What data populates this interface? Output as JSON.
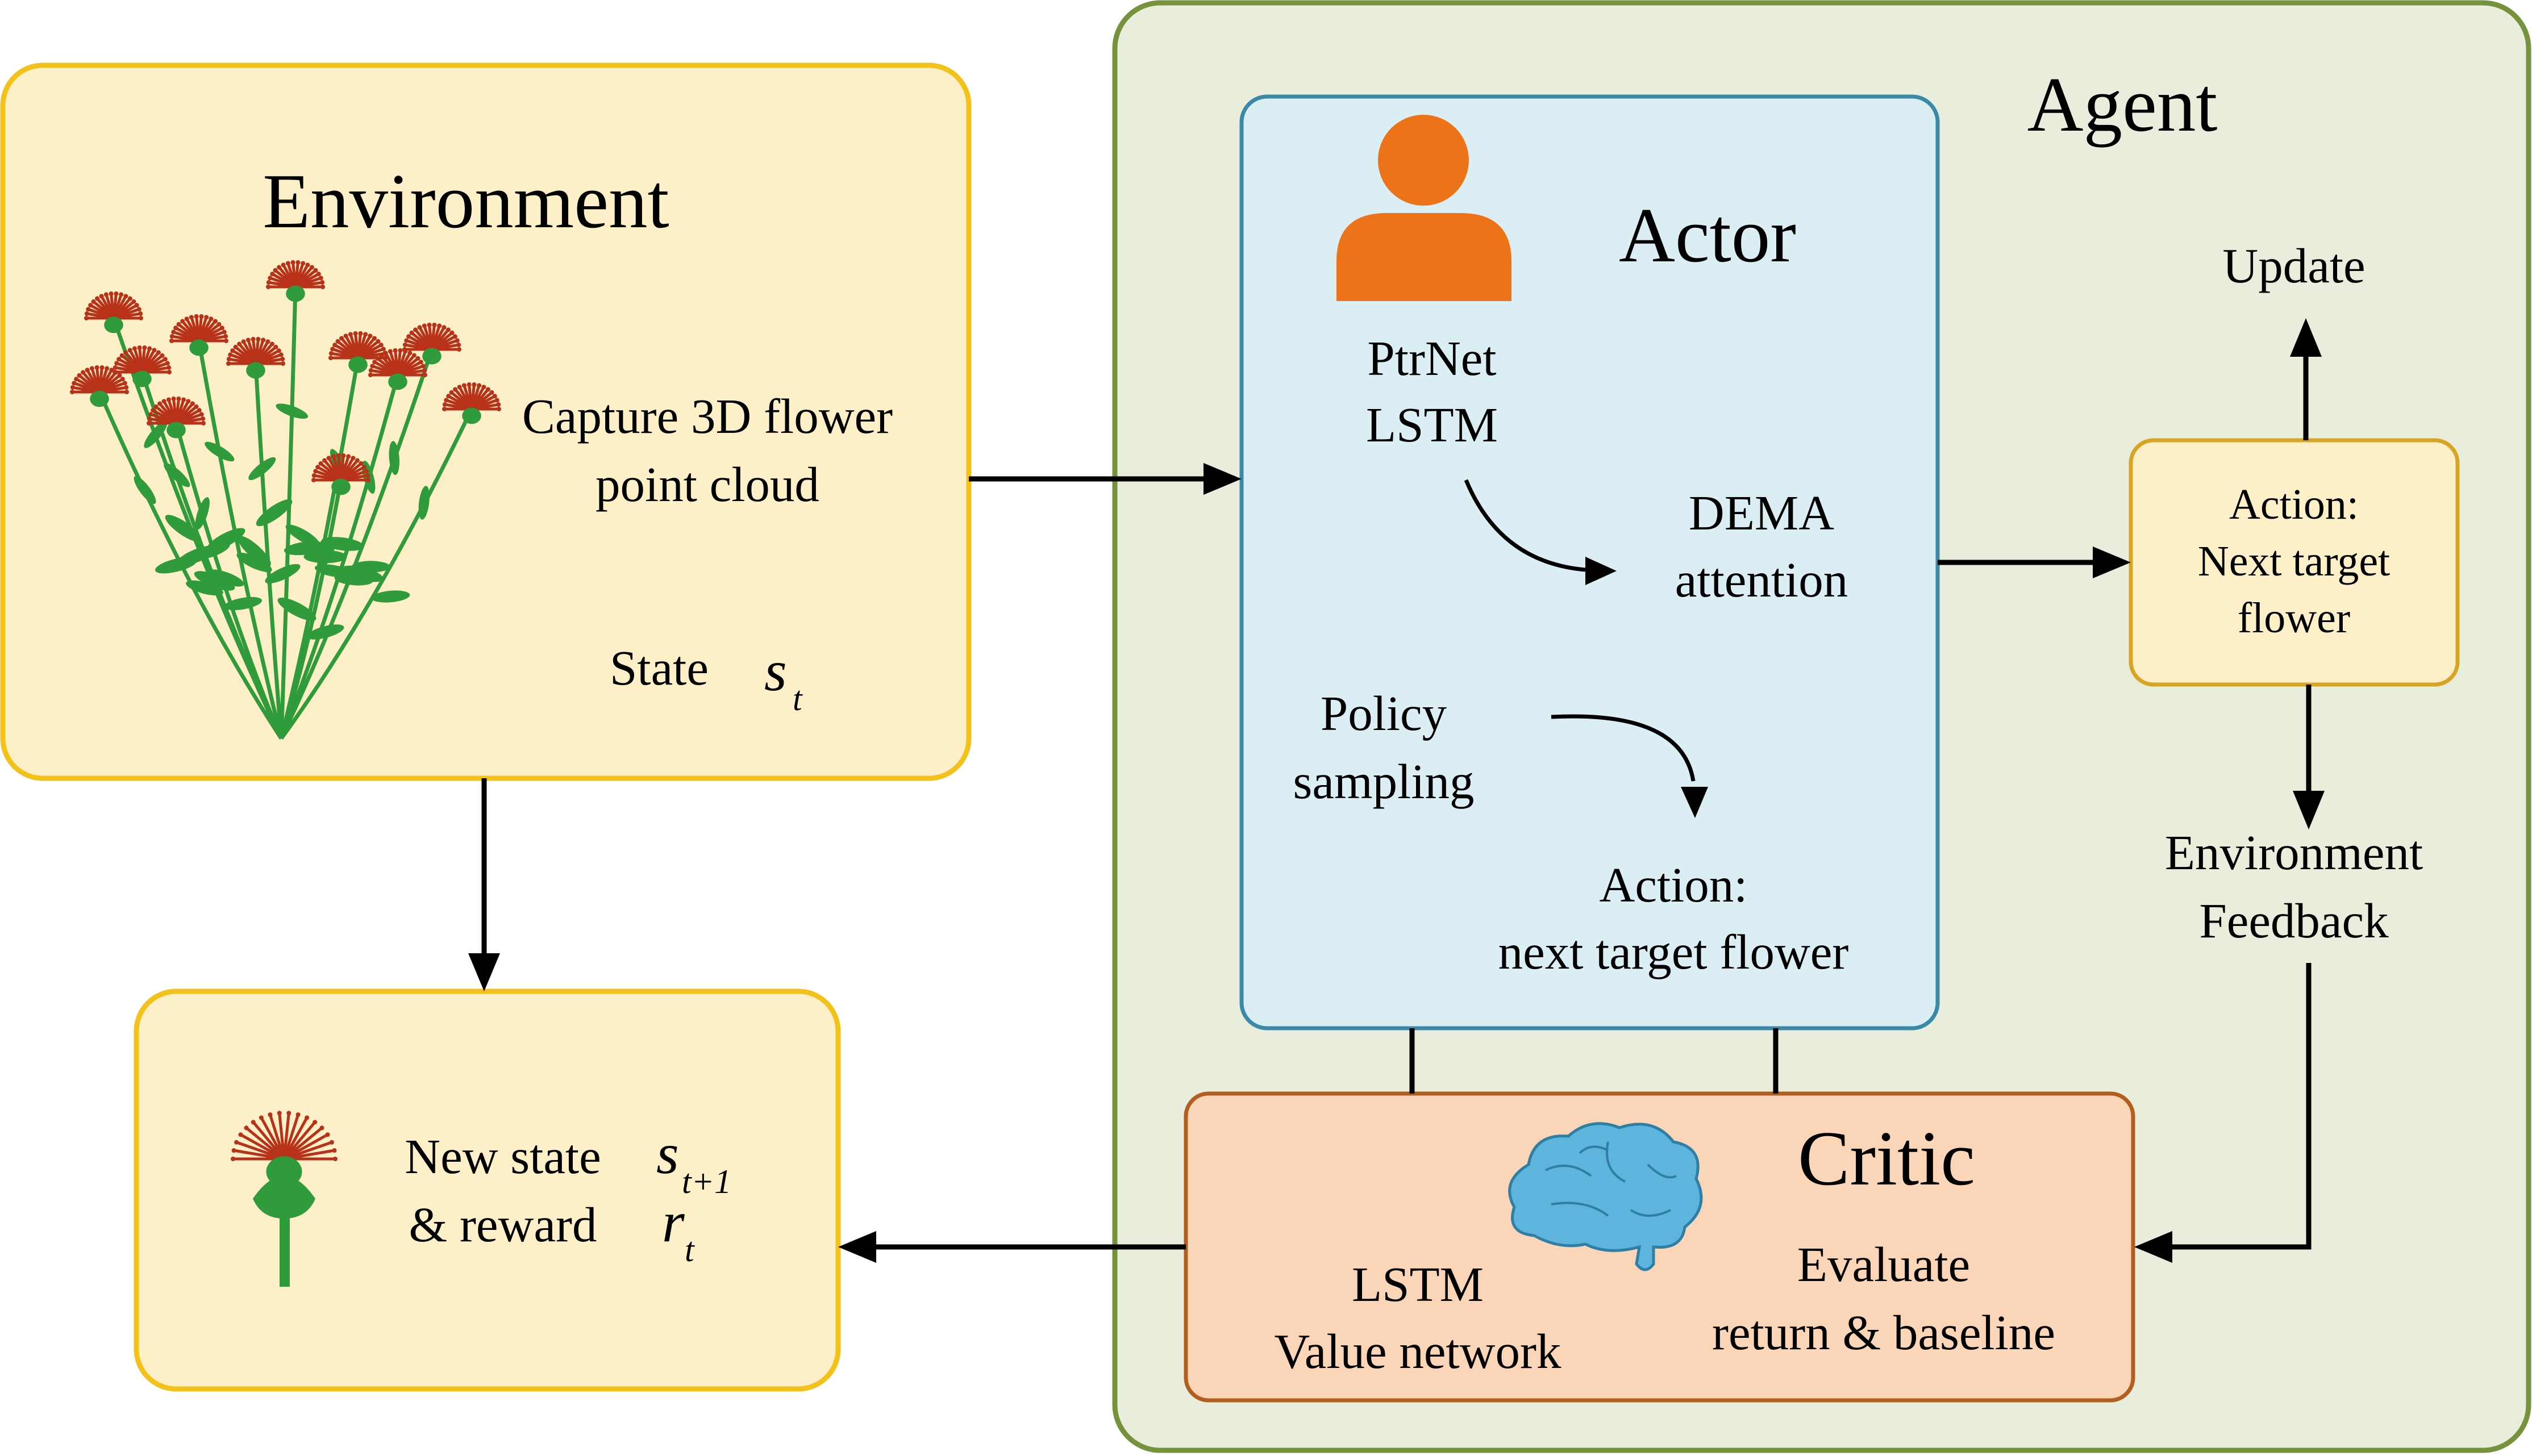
{
  "colors": {
    "env_fill": "#fdf0c8",
    "env_border": "#f2c21b",
    "agent_fill": "#e8eedb",
    "agent_border": "#76923c",
    "actor_fill": "#dbeef4",
    "actor_border": "#3b89a8",
    "critic_fill": "#fbd5b8",
    "critic_border": "#b25e21",
    "action_fill": "#fdf0c8",
    "action_border": "#d8a424",
    "person_icon": "#ec7317",
    "brain_icon": "#5db4dc",
    "flower_petal": "#b8321a",
    "flower_stem": "#2f9b3a"
  },
  "environment": {
    "title": "Environment",
    "capture_line1": "Capture 3D flower",
    "capture_line2": "point cloud",
    "state_label": "State",
    "state_symbol": "s",
    "state_subscript": "t",
    "icon": "flower-plant-icon"
  },
  "new_state": {
    "line1_text": "New state",
    "line1_symbol": "s",
    "line1_subscript": "t+1",
    "line2_text": "& reward",
    "line2_symbol": "r",
    "line2_subscript": "t",
    "icon": "single-flower-icon"
  },
  "agent": {
    "title": "Agent"
  },
  "actor": {
    "title": "Actor",
    "icon": "person-icon",
    "ptrnet": "PtrNet",
    "lstm": "LSTM",
    "dema_line1": "DEMA",
    "dema_line2": "attention",
    "policy_line1": "Policy",
    "policy_line2": "sampling",
    "action_line1": "Action:",
    "action_line2": "next target flower"
  },
  "critic": {
    "title": "Critic",
    "icon": "brain-icon",
    "lstm": "LSTM",
    "value_network": "Value network",
    "evaluate_line1": "Evaluate",
    "evaluate_line2": "return & baseline"
  },
  "action_box": {
    "line1": "Action:",
    "line2": "Next target",
    "line3": "flower"
  },
  "update_label": "Update",
  "feedback": {
    "line1": "Environment",
    "line2": "Feedback"
  }
}
